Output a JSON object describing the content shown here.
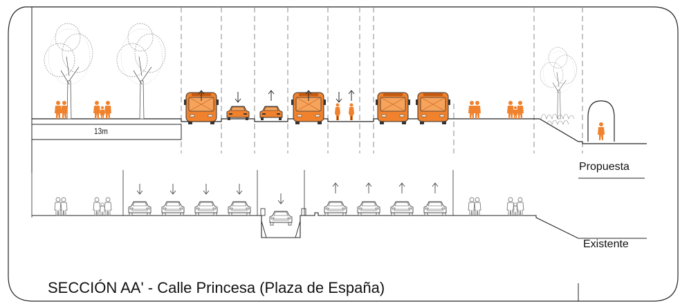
{
  "caption": "SECCIÓN AA' - Calle Princesa (Plaza de España)",
  "labels": {
    "proposed": "Propuesta",
    "existing": "Existente",
    "sidewalk_width": "13m"
  },
  "colors": {
    "accent_orange": "#f0822e",
    "orange_dark": "#c45a10",
    "line": "#222222",
    "gray": "#888888"
  },
  "proposed": {
    "lanes": [
      {
        "type": "bus",
        "direction": "up"
      },
      {
        "type": "car",
        "direction": "down"
      },
      {
        "type": "car",
        "direction": "up"
      },
      {
        "type": "bus",
        "direction": "up"
      },
      {
        "type": "bikes",
        "direction": "down-up"
      },
      {
        "type": "bus",
        "direction": "none"
      },
      {
        "type": "bus",
        "direction": "none"
      }
    ]
  },
  "existing": {
    "lanes": [
      {
        "type": "car",
        "direction": "down"
      },
      {
        "type": "car",
        "direction": "down"
      },
      {
        "type": "car",
        "direction": "down"
      },
      {
        "type": "car",
        "direction": "down"
      },
      {
        "type": "car-underpass",
        "direction": "down"
      },
      {
        "type": "car",
        "direction": "up"
      },
      {
        "type": "car",
        "direction": "up"
      },
      {
        "type": "car",
        "direction": "up"
      },
      {
        "type": "car",
        "direction": "up"
      }
    ]
  }
}
